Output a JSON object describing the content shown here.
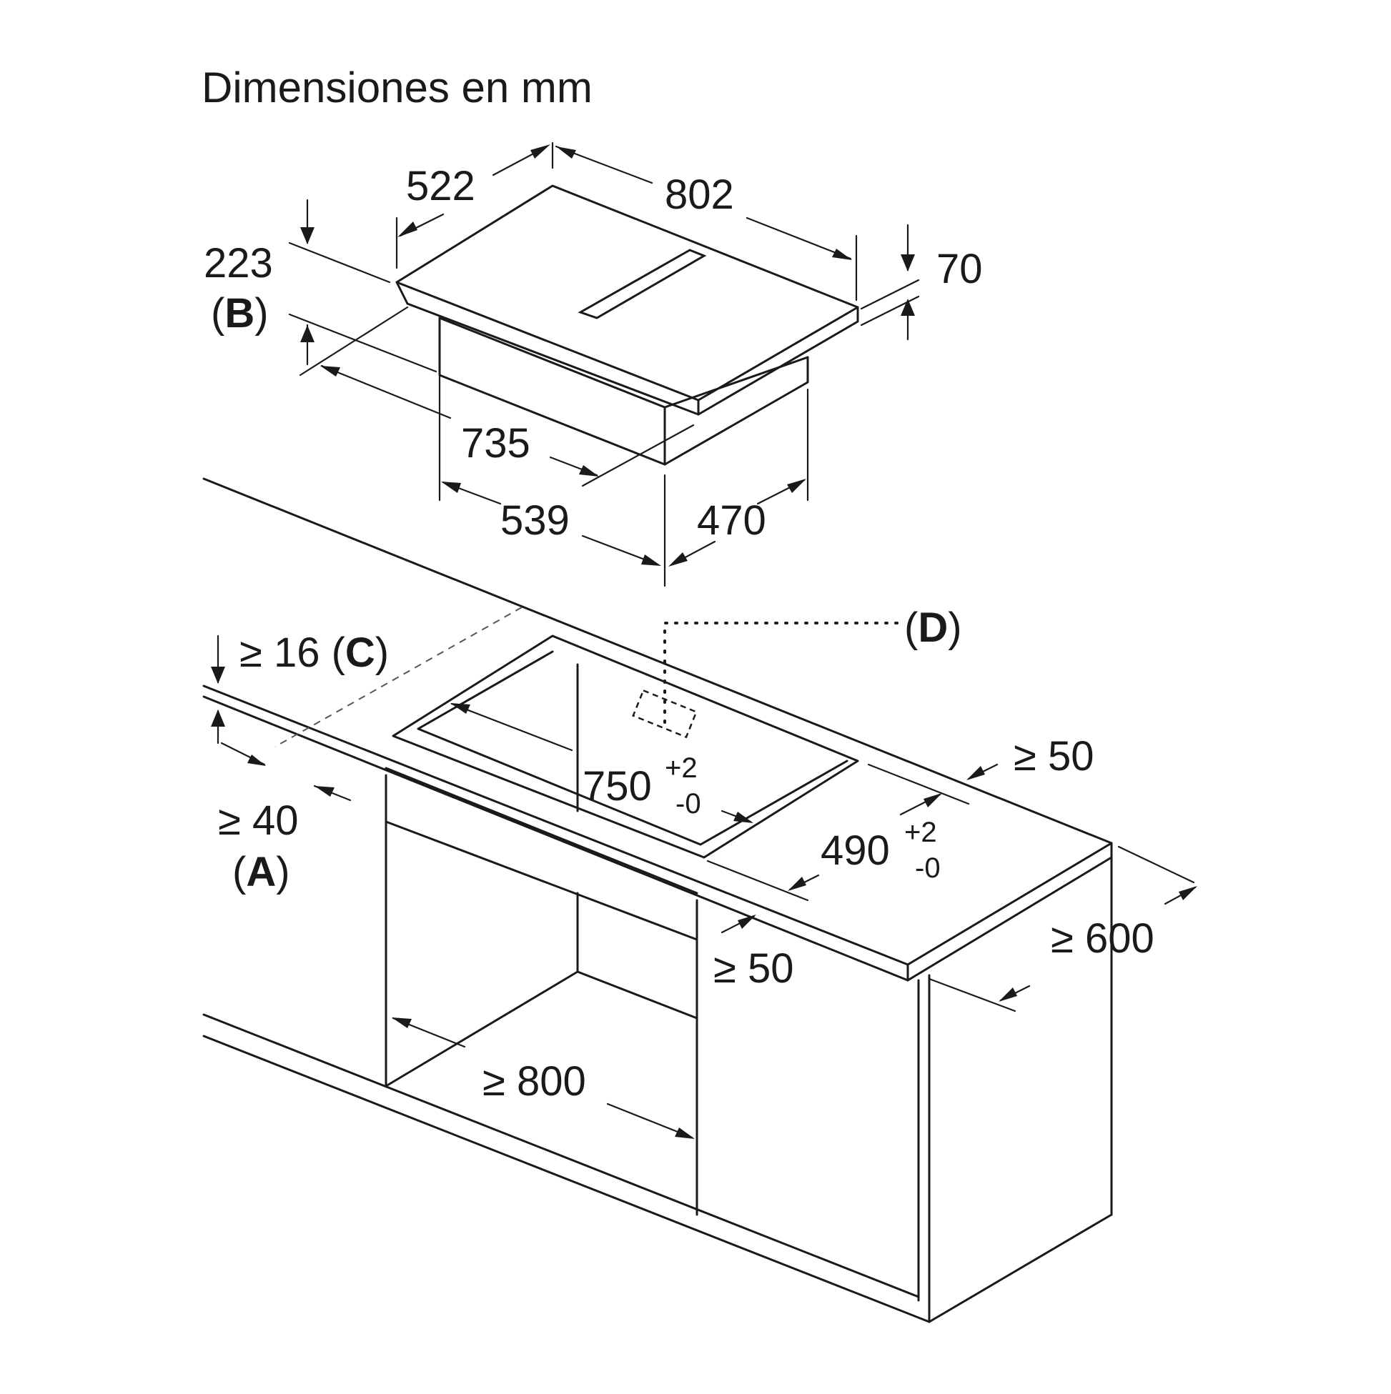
{
  "title": "Dimensiones en mm",
  "labels": {
    "depth_top": "522",
    "width_top": "802",
    "height_b": "223",
    "label_b": "B",
    "thickness": "70",
    "body_width": "735",
    "body_offset": "539",
    "body_depth": "470",
    "label_d": "D",
    "min_worktop": "≥ 16",
    "label_c": "C",
    "cutout_w": "750",
    "cutout_w_tol_plus": "+2",
    "cutout_w_tol_minus": "-0",
    "cutout_d": "490",
    "cutout_d_tol_plus": "+2",
    "cutout_d_tol_minus": "-0",
    "min_front": "≥ 40",
    "label_a": "A",
    "min_side_r": "≥ 50",
    "min_side_l": "≥ 50",
    "min_depth": "≥ 600",
    "min_cabinet": "≥ 800"
  }
}
